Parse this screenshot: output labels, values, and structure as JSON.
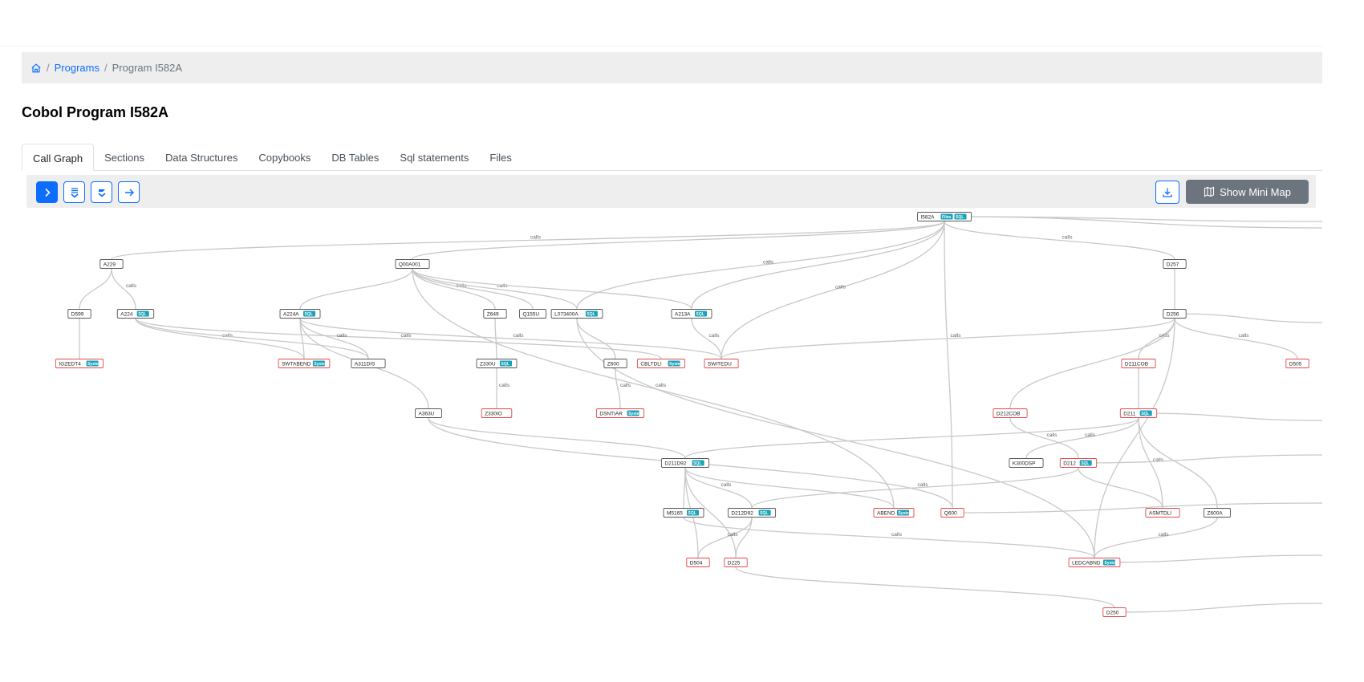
{
  "breadcrumb": {
    "home_icon": "home-icon",
    "programs": "Programs",
    "current": "Program I582A"
  },
  "page_title": "Cobol Program I582A",
  "tabs": [
    "Call Graph",
    "Sections",
    "Data Structures",
    "Copybooks",
    "DB Tables",
    "Sql statements",
    "Files"
  ],
  "toolbar": {
    "buttons": [
      "chevron-right-icon",
      "expand-all-icon",
      "collapse-all-icon",
      "arrow-right-icon"
    ],
    "download_icon": "download-icon",
    "minimap_icon": "map-icon",
    "minimap_label": "Show Mini Map"
  },
  "graph": {
    "edge_label": "calls",
    "nodes": [
      {
        "id": "I582A",
        "badges": [
          "Files",
          "SQL"
        ],
        "red": false
      },
      {
        "id": "A229",
        "badges": [],
        "red": false
      },
      {
        "id": "Q00A001",
        "badges": [],
        "red": false
      },
      {
        "id": "D257",
        "badges": [],
        "red": false
      },
      {
        "id": "D599",
        "badges": [],
        "red": false
      },
      {
        "id": "A224",
        "badges": [
          "SQL"
        ],
        "red": false
      },
      {
        "id": "A224A",
        "badges": [
          "SQL"
        ],
        "red": false
      },
      {
        "id": "Z649",
        "badges": [],
        "red": false
      },
      {
        "id": "Q155U",
        "badges": [],
        "red": false
      },
      {
        "id": "L073400A",
        "badges": [
          "SQL"
        ],
        "red": false
      },
      {
        "id": "A213A",
        "badges": [
          "SQL"
        ],
        "red": false
      },
      {
        "id": "D256",
        "badges": [],
        "red": false
      },
      {
        "id": "IGZEDT4",
        "badges": [
          "System"
        ],
        "red": true
      },
      {
        "id": "SWTABEND",
        "badges": [
          "System"
        ],
        "red": true
      },
      {
        "id": "A311DIS",
        "badges": [],
        "red": false
      },
      {
        "id": "Z330U",
        "badges": [
          "SQL"
        ],
        "red": false
      },
      {
        "id": "Z600",
        "badges": [],
        "red": false
      },
      {
        "id": "CBLTDLI",
        "badges": [
          "System"
        ],
        "red": true
      },
      {
        "id": "SWITEDU",
        "badges": [],
        "red": true
      },
      {
        "id": "D211COB",
        "badges": [],
        "red": true
      },
      {
        "id": "D505",
        "badges": [],
        "red": true
      },
      {
        "id": "A363U",
        "badges": [],
        "red": false
      },
      {
        "id": "Z330IO",
        "badges": [],
        "red": true
      },
      {
        "id": "DSNTIAR",
        "badges": [
          "System"
        ],
        "red": true
      },
      {
        "id": "D212COB",
        "badges": [],
        "red": true
      },
      {
        "id": "D211",
        "badges": [
          "SQL"
        ],
        "red": true
      },
      {
        "id": "D211D92",
        "badges": [
          "SQL"
        ],
        "red": false
      },
      {
        "id": "K300DSP",
        "badges": [],
        "red": false
      },
      {
        "id": "D212",
        "badges": [
          "SQL"
        ],
        "red": true
      },
      {
        "id": "M5165",
        "badges": [
          "SQL"
        ],
        "red": false
      },
      {
        "id": "D212D92",
        "badges": [
          "SQL"
        ],
        "red": false
      },
      {
        "id": "ABEND",
        "badges": [
          "System"
        ],
        "red": true
      },
      {
        "id": "Q600",
        "badges": [],
        "red": true
      },
      {
        "id": "ASMTDLI",
        "badges": [],
        "red": true
      },
      {
        "id": "Z600A",
        "badges": [],
        "red": false
      },
      {
        "id": "D504",
        "badges": [],
        "red": true
      },
      {
        "id": "D225",
        "badges": [],
        "red": true
      },
      {
        "id": "LEDCABND",
        "badges": [
          "System"
        ],
        "red": true
      },
      {
        "id": "D250",
        "badges": [],
        "red": true
      }
    ]
  }
}
